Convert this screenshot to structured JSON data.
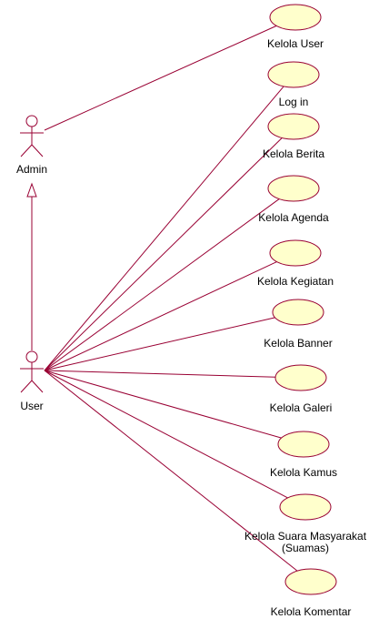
{
  "actors": [
    {
      "id": "admin",
      "label": "Admin"
    },
    {
      "id": "user",
      "label": "User"
    }
  ],
  "use_cases": [
    {
      "id": "kelola-user",
      "lines": [
        "Kelola User"
      ]
    },
    {
      "id": "log-in",
      "lines": [
        "Log in"
      ]
    },
    {
      "id": "kelola-berita",
      "lines": [
        "Kelola Berita"
      ]
    },
    {
      "id": "kelola-agenda",
      "lines": [
        "Kelola Agenda"
      ]
    },
    {
      "id": "kelola-kegiatan",
      "lines": [
        "Kelola Kegiatan"
      ]
    },
    {
      "id": "kelola-banner",
      "lines": [
        "Kelola Banner"
      ]
    },
    {
      "id": "kelola-galeri",
      "lines": [
        "Kelola Galeri"
      ]
    },
    {
      "id": "kelola-kamus",
      "lines": [
        "Kelola Kamus"
      ]
    },
    {
      "id": "kelola-suamas",
      "lines": [
        "Kelola Suara Masyarakat",
        "(Suamas)"
      ]
    },
    {
      "id": "kelola-komentar",
      "lines": [
        "Kelola Komentar"
      ]
    }
  ],
  "associations": [
    {
      "actor": "admin",
      "use_case": "kelola-user"
    },
    {
      "actor": "user",
      "use_case": "log-in"
    },
    {
      "actor": "user",
      "use_case": "kelola-berita"
    },
    {
      "actor": "user",
      "use_case": "kelola-agenda"
    },
    {
      "actor": "user",
      "use_case": "kelola-kegiatan"
    },
    {
      "actor": "user",
      "use_case": "kelola-banner"
    },
    {
      "actor": "user",
      "use_case": "kelola-galeri"
    },
    {
      "actor": "user",
      "use_case": "kelola-kamus"
    },
    {
      "actor": "user",
      "use_case": "kelola-suamas"
    },
    {
      "actor": "user",
      "use_case": "kelola-komentar"
    }
  ],
  "generalizations": [
    {
      "child": "user",
      "parent": "admin"
    }
  ],
  "colors": {
    "line": "#990033",
    "use_case_fill": "#ffffcc"
  }
}
